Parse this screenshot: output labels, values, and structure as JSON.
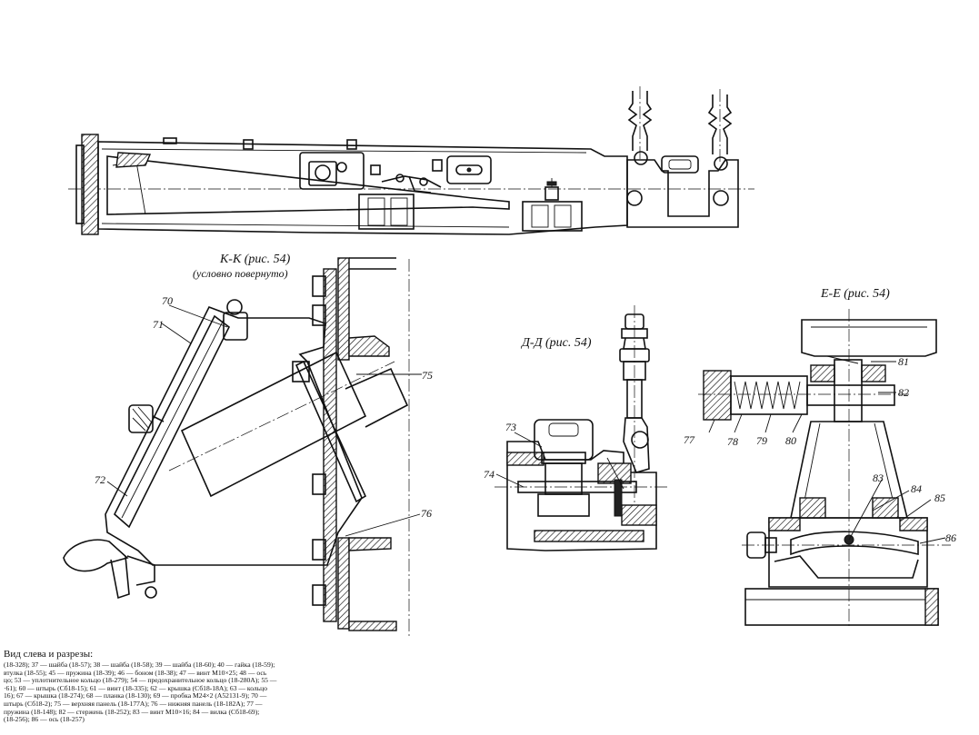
{
  "sections": {
    "kk": {
      "title": "К-К (рис. 54)",
      "subtitle": "(условно повернуто)"
    },
    "dd": {
      "title": "Д-Д (рис. 54)"
    },
    "ee": {
      "title": "Е-Е (рис. 54)"
    }
  },
  "callouts": {
    "kk": [
      "70",
      "71",
      "72",
      "75",
      "76"
    ],
    "dd": [
      "73",
      "74"
    ],
    "ee": [
      "77",
      "78",
      "79",
      "80",
      "81",
      "82",
      "83",
      "84",
      "85",
      "86"
    ]
  },
  "caption": {
    "title": "Вид слева и разрезы:",
    "lines": [
      "(18-328); 37 — шайба (18-57); 38 — шайба (18-58); 39 — шайба (18-60); 40 — гайка (18-59);",
      "втулка (18-55); 45 — пружина (18-39); 46 — боном (18-38); 47 — винт М10×25; 48 — ось",
      "цо; 53 — уплотнительное кольцо (18-279); 54 — предохранительное кольцо (18-280А); 55 —",
      "·61); 60 — штырь (Сб18-15); 61 — винт (18-335); 62 — крышка (Сб18-18А); 63 — кольцо",
      "16); 67 — крышка (18-274); 68 — планка (18-130); 69 — пробка М24×2 (А52131-9); 70 —",
      "штырь (Сб18-2); 75 — верхняя панель (18-177А); 76 — нижняя панель (18-182А); 77 —",
      "пружина (18-148); 82 — стержень (18-252); 83 — винт М10×16; 84 — вилка (Сб18-69);",
      "(18-256); 86 — ось (18-257)"
    ]
  }
}
